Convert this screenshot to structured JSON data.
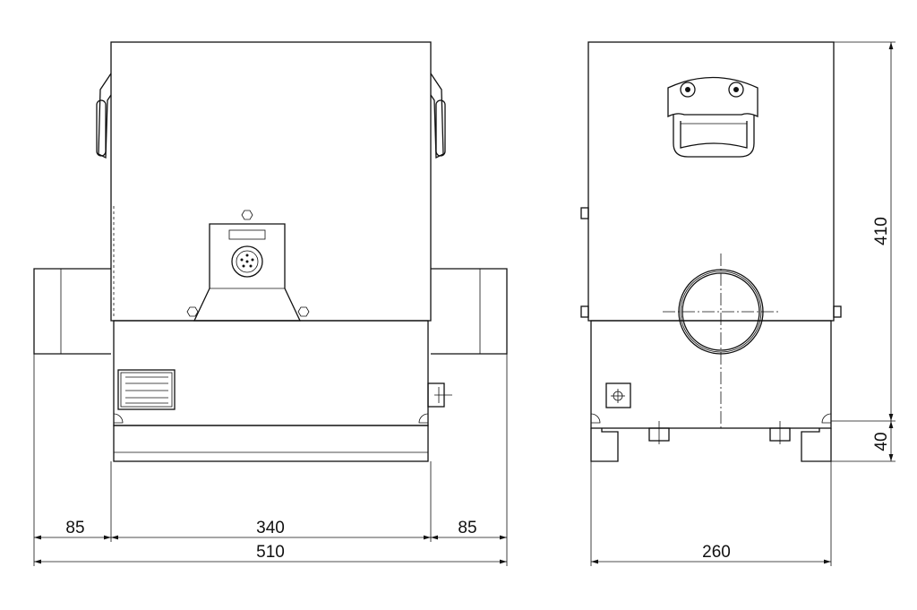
{
  "front_view": {
    "dimensions": {
      "left_side": "85",
      "center": "340",
      "right_side": "85",
      "overall_width": "510"
    }
  },
  "side_view": {
    "dimensions": {
      "depth": "260",
      "body_height": "410",
      "base_height": "40"
    }
  },
  "colors": {
    "line": "#111111",
    "background": "#ffffff"
  }
}
